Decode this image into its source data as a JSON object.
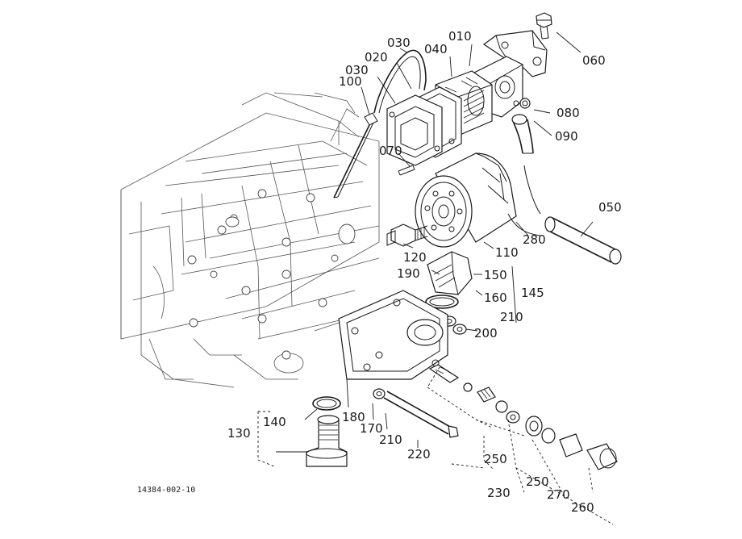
{
  "diagram": {
    "drawing_code": "14384-002-10",
    "labels": [
      {
        "id": "010",
        "text": "010"
      },
      {
        "id": "020",
        "text": "020"
      },
      {
        "id": "030a",
        "text": "030"
      },
      {
        "id": "030b",
        "text": "030"
      },
      {
        "id": "040",
        "text": "040"
      },
      {
        "id": "050",
        "text": "050"
      },
      {
        "id": "060",
        "text": "060"
      },
      {
        "id": "070",
        "text": "070"
      },
      {
        "id": "080",
        "text": "080"
      },
      {
        "id": "090",
        "text": "090"
      },
      {
        "id": "100",
        "text": "100"
      },
      {
        "id": "110",
        "text": "110"
      },
      {
        "id": "120",
        "text": "120"
      },
      {
        "id": "130",
        "text": "130"
      },
      {
        "id": "140",
        "text": "140"
      },
      {
        "id": "145",
        "text": "145"
      },
      {
        "id": "150",
        "text": "150"
      },
      {
        "id": "160",
        "text": "160"
      },
      {
        "id": "170",
        "text": "170"
      },
      {
        "id": "180",
        "text": "180"
      },
      {
        "id": "190",
        "text": "190"
      },
      {
        "id": "200",
        "text": "200"
      },
      {
        "id": "210a",
        "text": "210"
      },
      {
        "id": "210b",
        "text": "210"
      },
      {
        "id": "220",
        "text": "220"
      },
      {
        "id": "230",
        "text": "230"
      },
      {
        "id": "250a",
        "text": "250"
      },
      {
        "id": "250b",
        "text": "250"
      },
      {
        "id": "260",
        "text": "260"
      },
      {
        "id": "270",
        "text": "270"
      },
      {
        "id": "280",
        "text": "280"
      }
    ]
  }
}
